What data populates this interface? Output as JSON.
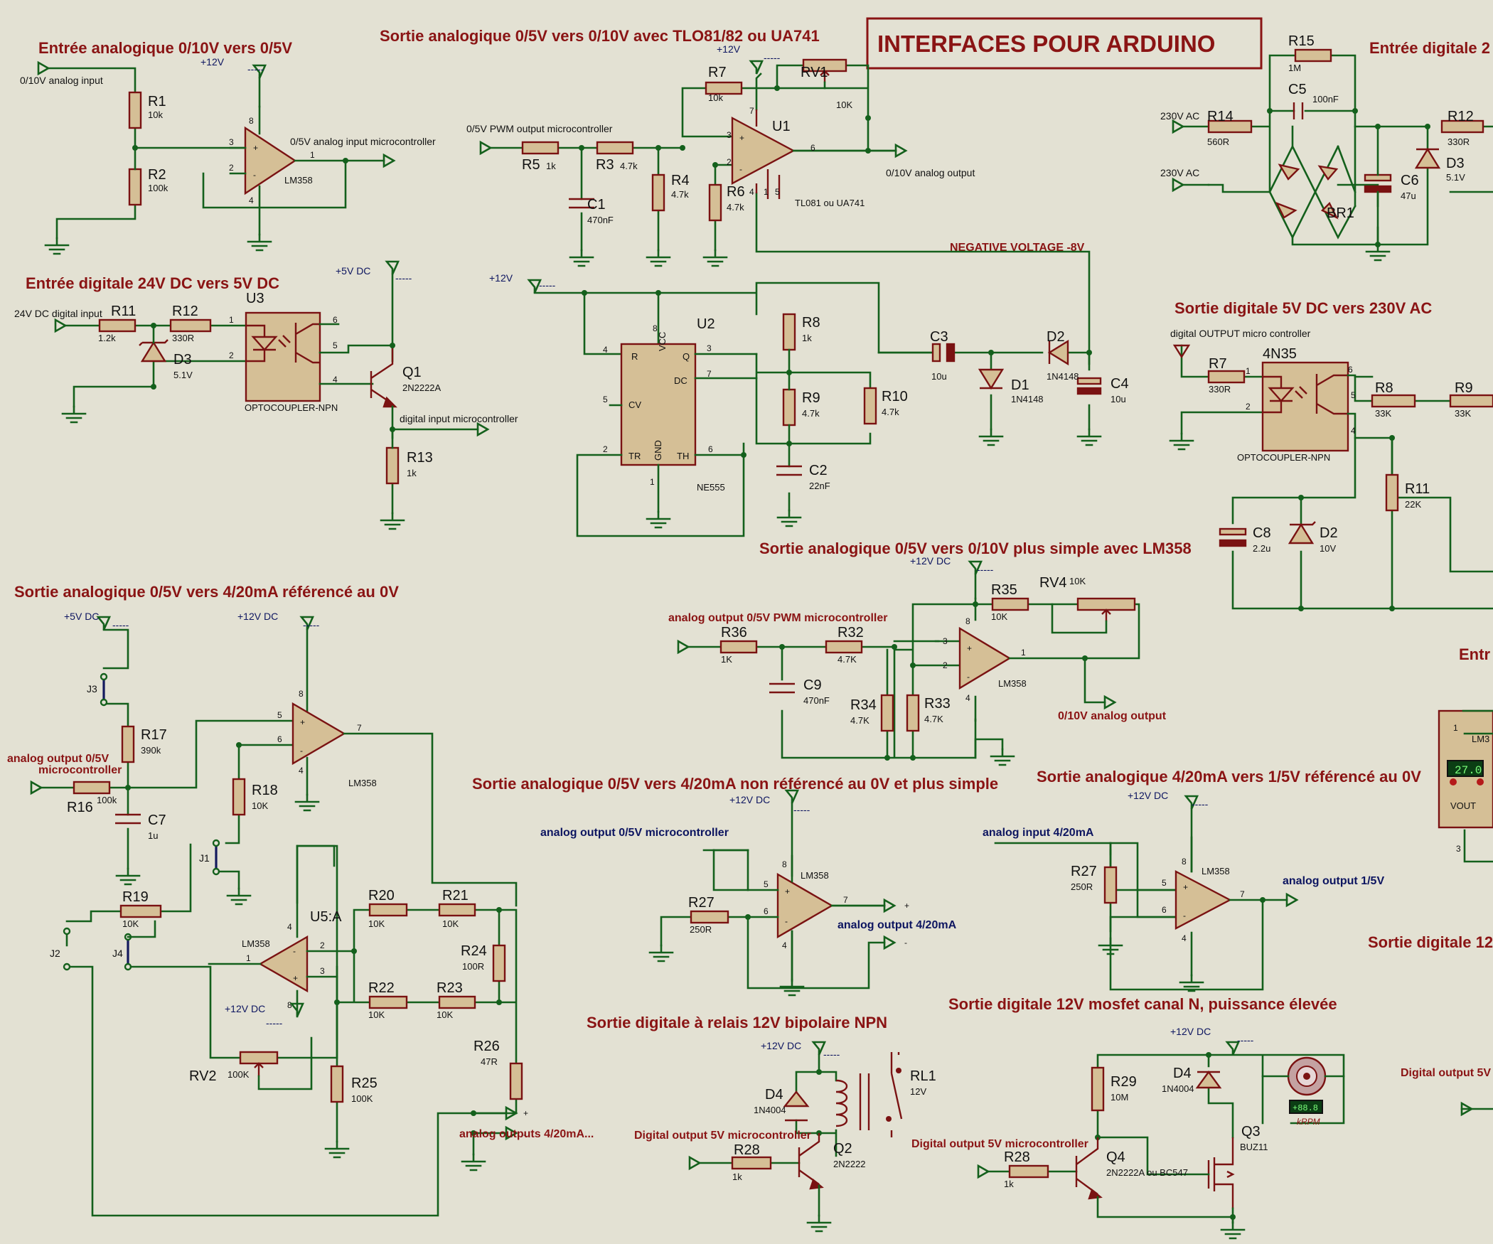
{
  "banner": "INTERFACES POUR ARDUINO",
  "titles": {
    "s1": "Entrée analogique 0/10V vers 0/5V",
    "s2": "Sortie analogique 0/5V vers 0/10V avec TLO81/82 ou UA741",
    "s3": "Entrée digitale 24V DC vers 5V DC",
    "s4": "Sortie digitale 5V DC vers 230V AC",
    "s5": "Sortie analogique 0/5V vers 0/10V plus simple avec LM358",
    "s6": "Sortie analogique 0/5V vers 4/20mA référencé au 0V",
    "s7": "Sortie analogique 0/5V vers 4/20mA non référencé au 0V et plus simple",
    "s8": "Sortie analogique 4/20mA vers 1/5V référencé au 0V",
    "s9": "Sortie digitale à relais 12V bipolaire NPN",
    "s10": "Sortie digitale 12V mosfet canal N, puissance élevée",
    "cut1": "Entrée digitale 2",
    "cut2": "Entr",
    "cut3": "Sortie digitale 12",
    "neg": "NEGATIVE VOLTAGE -8V"
  },
  "nets": {
    "in010": "0/10V analog input",
    "ain_mcu": "0/5V analog input microcontroller",
    "pwm_mcu": "0/5V PWM output microcontroller",
    "out010": "0/10V analog output",
    "in24": "24V DC digital input",
    "din_mcu": "digital input microcontroller",
    "ac1": "230V AC",
    "ac2": "230V AC",
    "dout_mcu": "digital OUTPUT micro controller",
    "pwm2": "analog output 0/5V PWM microcontroller",
    "out010b": "0/10V analog output",
    "ao05": "analog output 0/5V",
    "ao05b": "microcontroller",
    "ao05m": "analog output 0/5V microcontroller",
    "ao420": "analog output 4/20mA",
    "ai420": "analog input 4/20mA",
    "ao15": "analog output 1/5V",
    "aos": "analog outputs 4/20mA...",
    "d5a": "Digital output 5V microcontroller",
    "d5b": "Digital output 5V microcontroller",
    "d5c": "Digital output 5V",
    "plus": "+",
    "minus": "-"
  },
  "power": {
    "p12": "+12V",
    "p12dc": "+12V DC",
    "p5dc": "+5V DC",
    "bar": "-----"
  },
  "ics": {
    "lm358": "LM358",
    "u1": "U1",
    "tl081": "TL081 ou UA741",
    "u2": "U2",
    "ne555": "NE555",
    "u3": "U3",
    "opto": "OPTOCOUPLER-NPN",
    "n4n35": "4N35",
    "u5a": "U5:A",
    "lm3": "LM3",
    "vout": "VOUT",
    "meter": "27.0",
    "rpm": "+88.8",
    "krpm": "kRPM"
  },
  "comp": {
    "R1": "R1",
    "R1v": "10k",
    "R2": "R2",
    "R2v": "100k",
    "R3": "R3",
    "R3v": "4.7k",
    "R4": "R4",
    "R4v": "4.7k",
    "R5": "R5",
    "R5v": "1k",
    "R6": "R6",
    "R6v": "4.7k",
    "R7": "R7",
    "R7v": "10k",
    "RV1": "RV1",
    "RV1v": "10K",
    "C1": "C1",
    "C1v": "470nF",
    "R8": "R8",
    "R8v": "1k",
    "R9": "R9",
    "R9v": "4.7k",
    "R10": "R10",
    "R10v": "4.7k",
    "C2": "C2",
    "C2v": "22nF",
    "C3": "C3",
    "C3v": "10u",
    "C4": "C4",
    "C4v": "10u",
    "D1": "D1",
    "D1v": "1N4148",
    "D2": "D2",
    "D2v": "1N4148",
    "R11": "R11",
    "R11v": "1.2k",
    "R12": "R12",
    "R12v": "330R",
    "D3": "D3",
    "D3v": "5.1V",
    "Q1": "Q1",
    "Q1v": "2N2222A",
    "R13": "R13",
    "R13v": "1k",
    "R15": "R15",
    "R15v": "1M",
    "C5": "C5",
    "C5v": "100nF",
    "R14": "R14",
    "R14v": "560R",
    "R12b": "R12",
    "R12bv": "330R",
    "D3b": "D3",
    "D3bv": "5.1V",
    "C6": "C6",
    "C6v": "47u",
    "BR1": "BR1",
    "R7b": "R7",
    "R7bv": "330R",
    "R8b": "R8",
    "R8bv": "33K",
    "R9b": "R9",
    "R9bv": "33K",
    "R11b": "R11",
    "R11bv": "22K",
    "C8": "C8",
    "C8v": "2.2u",
    "D2b": "D2",
    "D2bv": "10V",
    "R35": "R35",
    "R35v": "10K",
    "RV4": "RV4",
    "RV4v": "10K",
    "R36": "R36",
    "R36v": "1K",
    "R32": "R32",
    "R32v": "4.7K",
    "C9": "C9",
    "C9v": "470nF",
    "R34": "R34",
    "R34v": "4.7K",
    "R33": "R33",
    "R33v": "4.7K",
    "J3": "J3",
    "J1": "J1",
    "J2": "J2",
    "J4": "J4",
    "R17": "R17",
    "R17v": "390k",
    "R16": "R16",
    "R16v": "100k",
    "C7": "C7",
    "C7v": "1u",
    "R18": "R18",
    "R18v": "10K",
    "R19": "R19",
    "R19v": "10K",
    "R20": "R20",
    "R20v": "10K",
    "R21": "R21",
    "R21v": "10K",
    "R22": "R22",
    "R22v": "10K",
    "R23": "R23",
    "R23v": "10K",
    "R24": "R24",
    "R24v": "100R",
    "R25": "R25",
    "R25v": "100K",
    "R26": "R26",
    "R26v": "47R",
    "RV2": "RV2",
    "RV2v": "100K",
    "R27": "R27",
    "R27v": "250R",
    "R27b": "R27",
    "R27bv": "250R",
    "D4": "D4",
    "D4v": "1N4004",
    "RL1": "RL1",
    "RL1v": "12V",
    "Q2": "Q2",
    "Q2v": "2N2222",
    "R28": "R28",
    "R28v": "1k",
    "R29": "R29",
    "R29v": "10M",
    "D4b": "D4",
    "D4bv": "1N4004",
    "Q3": "Q3",
    "Q3v": "BUZ11",
    "Q4": "Q4",
    "Q4v": "2N2222A ou BC547",
    "R28b": "R28",
    "R28bv": "1k"
  }
}
